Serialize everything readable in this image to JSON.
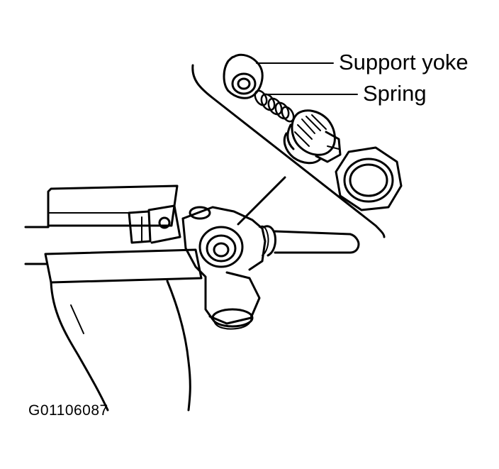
{
  "labels": {
    "support_yoke": "Support yoke",
    "spring": "Spring"
  },
  "figure_code": "G01106087",
  "colors": {
    "ink": "#000000",
    "background": "#ffffff"
  }
}
